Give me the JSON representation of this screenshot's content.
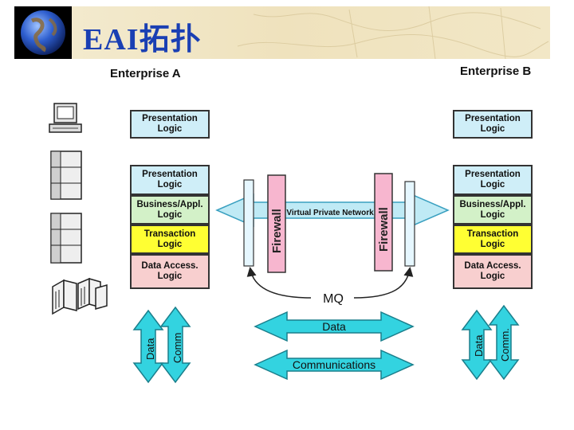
{
  "slide": {
    "title": "EAI拓扑"
  },
  "enterprise_a": {
    "label": "Enterprise A",
    "presentation_top": "Presentation Logic",
    "presentation": "Presentation Logic",
    "business": "Business/Appl. Logic",
    "transaction": "Transaction Logic",
    "data_access": "Data Access. Logic"
  },
  "enterprise_b": {
    "label": "Enterprise B",
    "presentation_top": "Presentation Logic",
    "presentation": "Presentation Logic",
    "business": "Business/Appl. Logic",
    "transaction": "Transaction Logic",
    "data_access": "Data Access. Logic"
  },
  "network": {
    "firewall_left": "Firewall",
    "firewall_right": "Firewall",
    "vpn": "Virtual Private Network",
    "mq": "MQ",
    "data": "Data",
    "communications": "Communications"
  },
  "side_arrows": {
    "data": "Data",
    "comm_left": "Comm",
    "comm_right": "Comm."
  },
  "colors": {
    "title": "#1a3fb3",
    "presentation": "#cfeef8",
    "business": "#d3f1c8",
    "transaction": "#ffff33",
    "data_access": "#f8cfcf",
    "firewall": "#f7b6cf",
    "arrow": "#33d3e0"
  }
}
